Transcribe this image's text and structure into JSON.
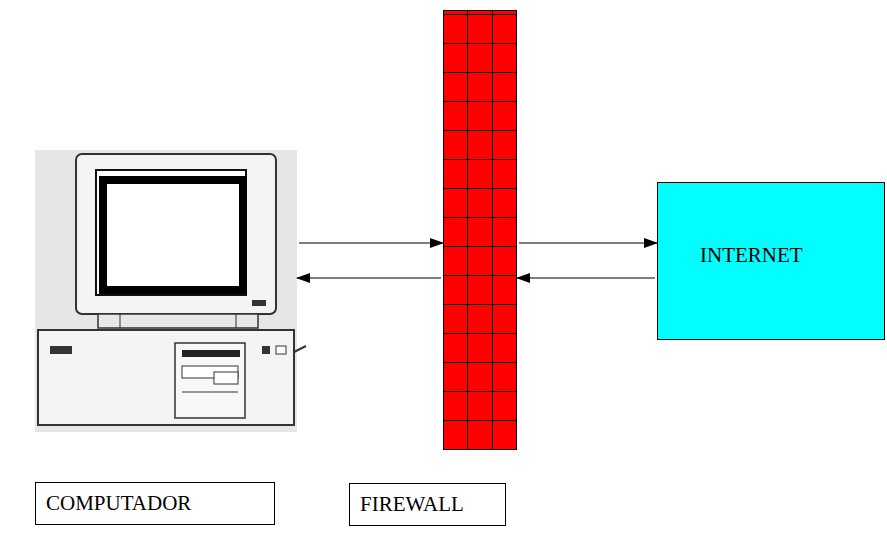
{
  "diagram": {
    "nodes": [
      {
        "text": [
          "COMPUTADOR"
        ]
      },
      {
        "text": [
          "FIREWALL"
        ]
      },
      {
        "text": [
          "INTERNET"
        ]
      }
    ],
    "edges": [
      {
        "from": 0,
        "to": 1,
        "arrow": "to"
      },
      {
        "from": 1,
        "to": 0,
        "arrow": "to"
      },
      {
        "from": 1,
        "to": 2,
        "arrow": "to"
      },
      {
        "from": 2,
        "to": 1,
        "arrow": "to"
      }
    ]
  }
}
